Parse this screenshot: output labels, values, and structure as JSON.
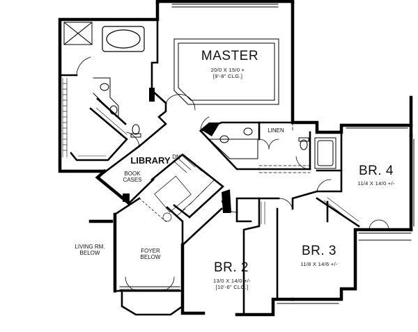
{
  "rooms": {
    "master": {
      "name": "MASTER",
      "dims": "20/0 X 15/0 +",
      "ceiling": "[9'-8\" CLG.]"
    },
    "library": {
      "name": "LIBRARY"
    },
    "book_cases": {
      "line1": "BOOK",
      "line2": "CASES"
    },
    "br2": {
      "name": "BR. 2",
      "dims": "13/0 X 14/0 +/-",
      "ceiling": "[10'-6\" CLG.]"
    },
    "br3": {
      "name": "BR. 3",
      "dims": "11/8 X 14/6 +/-"
    },
    "br4": {
      "name": "BR. 4",
      "dims": "11/4 X 14/0 +/-"
    },
    "linen": {
      "name": "LINEN"
    },
    "living": {
      "line1": "LIVING RM.",
      "line2": "BELOW"
    },
    "foyer": {
      "line1": "FOYER",
      "line2": "BELOW"
    },
    "stair": {
      "dn": "DN"
    }
  }
}
